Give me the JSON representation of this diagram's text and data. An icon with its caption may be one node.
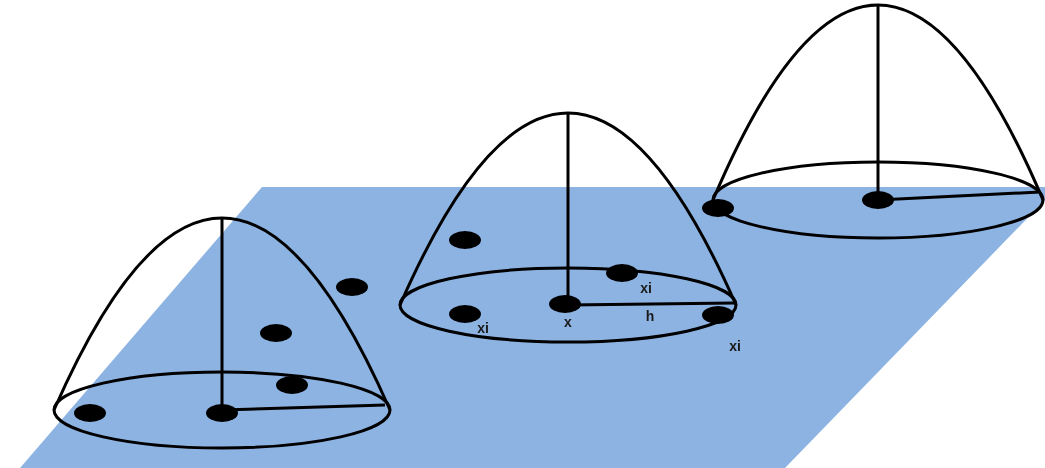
{
  "diagram": {
    "labels": [
      "xi",
      "h",
      "x",
      "xi",
      "xi"
    ]
  }
}
